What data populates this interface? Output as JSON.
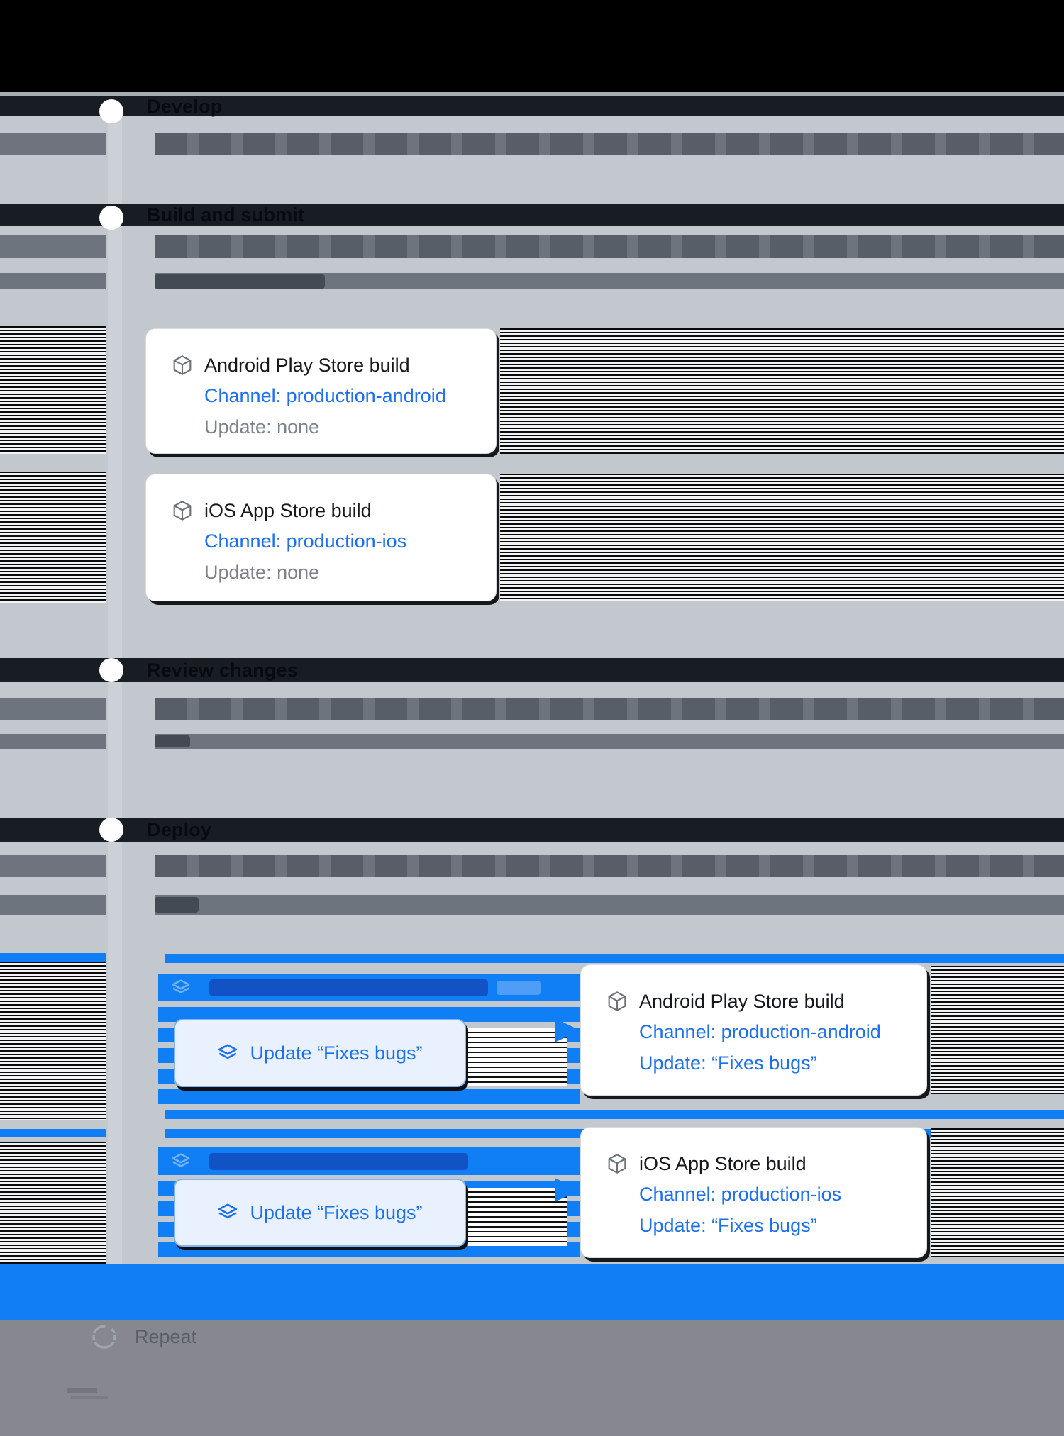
{
  "steps": [
    {
      "label": "Develop"
    },
    {
      "label": "Build and submit"
    },
    {
      "label": "Review changes"
    },
    {
      "label": "Deploy"
    },
    {
      "label": "Repeat"
    }
  ],
  "cards": [
    {
      "title": "Android Play Store build",
      "channel": "Channel: production-android",
      "update": "Update: none"
    },
    {
      "title": "iOS App Store build",
      "channel": "Channel: production-ios",
      "update": "Update: none"
    },
    {
      "title": "Android Play Store build",
      "channel": "Channel: production-android",
      "update": "Update: “Fixes bugs”"
    },
    {
      "title": "iOS App Store build",
      "channel": "Channel: production-ios",
      "update": "Update: “Fixes bugs”"
    }
  ],
  "chips": [
    {
      "label": "Update “Fixes bugs”"
    },
    {
      "label": "Update “Fixes bugs”"
    }
  ],
  "icons": {
    "card_icon": "cube-icon",
    "chip_icon": "layers-icon",
    "flow_icon": "arrow-right-icon",
    "footer_icon": "repeat-icon"
  },
  "colors": {
    "page_bg": "#c3c8ce",
    "accent_blue": "#107ef4",
    "link_blue": "#1a6ff2",
    "chip_bg": "#e8f1fd",
    "chip_border": "#82b2f8",
    "card_bg": "#ffffff",
    "heading_band": "#181d24",
    "footer_bg": "#87888f"
  }
}
